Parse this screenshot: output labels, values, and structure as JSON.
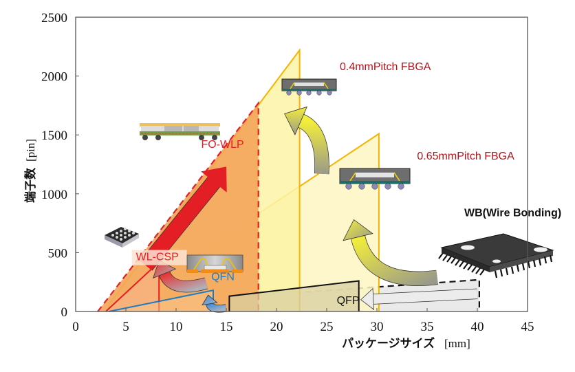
{
  "chart_data": {
    "type": "area",
    "title": "",
    "xlabel": "パッケージサイズ",
    "xlabel_unit": "[mm]",
    "ylabel": "端子数",
    "ylabel_unit": "[pin]",
    "xlim": [
      0,
      45
    ],
    "ylim": [
      0,
      2500
    ],
    "xticks": [
      0,
      5,
      10,
      15,
      20,
      25,
      30,
      35,
      40,
      45
    ],
    "yticks": [
      0,
      500,
      1000,
      1500,
      2000,
      2500
    ],
    "grid": false,
    "regions": [
      {
        "name": "FO-WLP",
        "label": "FO-WLP",
        "color": "#f4a55a",
        "stroke": "#e31e24",
        "dashed": true,
        "polygon": [
          [
            2.2,
            0
          ],
          [
            18.2,
            1770
          ],
          [
            18.2,
            0
          ]
        ]
      },
      {
        "name": "0.4mmPitch FBGA",
        "label": "0.4mmPitch FBGA",
        "color": "#fdf3a6",
        "stroke": "#f5b400",
        "dashed": false,
        "polygon": [
          [
            3.3,
            0
          ],
          [
            3.3,
            60
          ],
          [
            22.3,
            2220
          ],
          [
            22.3,
            0
          ]
        ]
      },
      {
        "name": "0.65mmPitch FBGA",
        "label": "0.65mmPitch FBGA",
        "color": "#fef6c2",
        "stroke": "#f5b400",
        "dashed": false,
        "polygon": [
          [
            5.3,
            0
          ],
          [
            5.3,
            100
          ],
          [
            30.2,
            1510
          ],
          [
            30.2,
            0
          ]
        ]
      },
      {
        "name": "WL-CSP",
        "label": "WL-CSP",
        "color": "#f6b58a",
        "stroke": "#e31e24",
        "dashed": false,
        "polygon": [
          [
            3.0,
            0
          ],
          [
            8.3,
            420
          ],
          [
            8.3,
            0
          ]
        ]
      },
      {
        "name": "QFN",
        "label": "QFN",
        "color": "#f8c48c",
        "stroke": "#1a7bc7",
        "dashed": false,
        "polygon": [
          [
            3.3,
            0
          ],
          [
            13.7,
            180
          ],
          [
            13.7,
            0
          ]
        ]
      },
      {
        "name": "QFP",
        "label": "QFP",
        "color": "#d8cfa2",
        "stroke": "#111111",
        "dashed": false,
        "polygon": [
          [
            15.3,
            0
          ],
          [
            15.3,
            130
          ],
          [
            28.2,
            260
          ],
          [
            28.2,
            0
          ]
        ]
      },
      {
        "name": "WB(Wire Bonding)",
        "label": "WB(Wire Bonding)",
        "color": "#e6e6e6",
        "stroke": "#111111",
        "dashed": true,
        "polygon": [
          [
            7.3,
            0
          ],
          [
            7.3,
            70
          ],
          [
            40.2,
            270
          ],
          [
            40.2,
            0
          ]
        ]
      }
    ],
    "annotations": [
      {
        "text": "0.4mmPitch FBGA",
        "x": 26.3,
        "y": 2050,
        "color": "#b5121b"
      },
      {
        "text": "0.65mmPitch FBGA",
        "x": 34.0,
        "y": 1290,
        "color": "#b5121b"
      },
      {
        "text": "FO-WLP",
        "x": 12.5,
        "y": 1390,
        "color": "#e31e24"
      },
      {
        "text": "WL-CSP",
        "x": 6.0,
        "y": 435,
        "color": "#e31e24"
      },
      {
        "text": "QFN",
        "x": 13.5,
        "y": 265,
        "color": "#1a7bc7"
      },
      {
        "text": "QFP",
        "x": 26.0,
        "y": 65,
        "color": "#111111"
      },
      {
        "text": "WB(Wire Bonding)",
        "x": 38.7,
        "y": 810,
        "color": "#111111"
      }
    ],
    "trend_arrows": [
      {
        "name": "fo-wlp-growth-arrow",
        "from": [
          7.0,
          390
        ],
        "to": [
          15.0,
          1230
        ],
        "color": "#e31e24"
      },
      {
        "name": "to-04fbga-arrow",
        "from": [
          24.5,
          1170
        ],
        "to": [
          20.8,
          1680
        ],
        "color": "#f0e830"
      },
      {
        "name": "to-065fbga-arrow",
        "from": [
          36.0,
          290
        ],
        "to": [
          27.7,
          780
        ],
        "color": "#f0e830"
      },
      {
        "name": "to-wlcsp-arrow",
        "from": [
          13.0,
          240
        ],
        "to": [
          8.3,
          435
        ],
        "color": "#e84a4a"
      },
      {
        "name": "to-qfn-arrow",
        "from": [
          15.0,
          30
        ],
        "to": [
          13.2,
          140
        ],
        "color": "#5a9bd8"
      },
      {
        "name": "to-qfp-arrow",
        "from": [
          40.0,
          150
        ],
        "to": [
          28.4,
          100
        ],
        "color": "#e8e8e8"
      }
    ]
  }
}
